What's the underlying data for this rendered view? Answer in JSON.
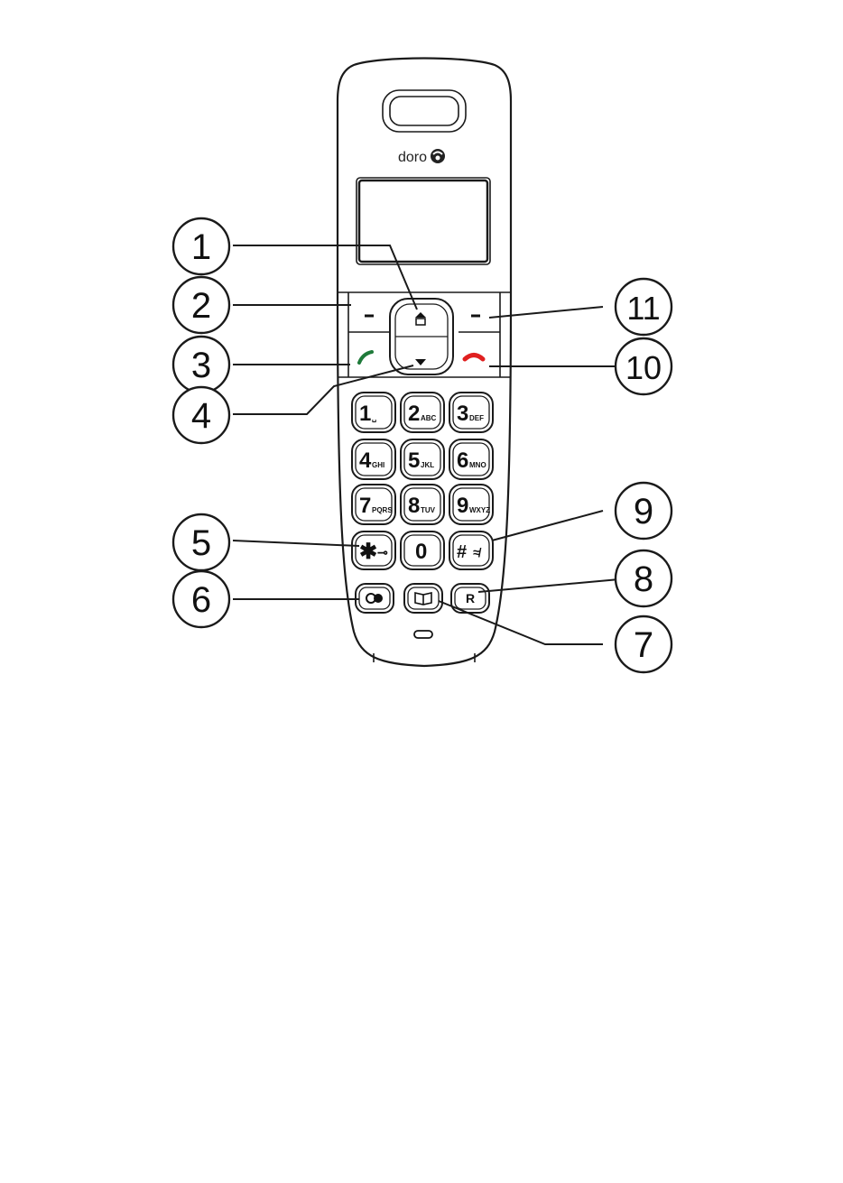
{
  "brand": {
    "name": "doro"
  },
  "colors": {
    "call_key": "#1f7a3a",
    "end_key": "#e02020",
    "outline": "#1a1a1a"
  },
  "keypad": [
    {
      "digit": "1",
      "letters": "␣"
    },
    {
      "digit": "2",
      "letters": "ABC"
    },
    {
      "digit": "3",
      "letters": "DEF"
    },
    {
      "digit": "4",
      "letters": "GHI"
    },
    {
      "digit": "5",
      "letters": "JKL"
    },
    {
      "digit": "6",
      "letters": "MNO"
    },
    {
      "digit": "7",
      "letters": "PQRS"
    },
    {
      "digit": "8",
      "letters": "TUV"
    },
    {
      "digit": "9",
      "letters": "WXYZ"
    }
  ],
  "bottom_row": {
    "star": "✱",
    "star_suffix": "⊸",
    "zero": "0",
    "hash": "#",
    "hash_suffix": "≉"
  },
  "function_keys": {
    "recall": "R"
  },
  "icons": {
    "soft_left": "minus-icon",
    "soft_right": "minus-icon",
    "nav_up": "phonebook-up-icon",
    "nav_down": "arrow-down-icon",
    "call": "phone-green-icon",
    "end": "phone-red-icon",
    "intercom": "intercom-icon",
    "phonebook": "book-icon"
  },
  "callouts": [
    "1",
    "2",
    "3",
    "4",
    "5",
    "6",
    "7",
    "8",
    "9",
    "10",
    "11"
  ]
}
